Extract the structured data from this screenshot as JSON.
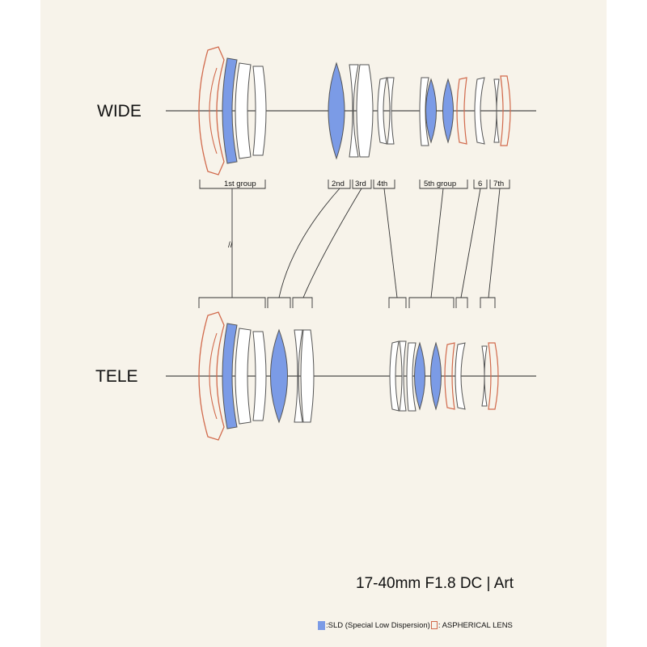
{
  "diagram": {
    "positions": [
      {
        "id": "wide",
        "label": "WIDE"
      },
      {
        "id": "tele",
        "label": "TELE"
      }
    ],
    "groups": [
      {
        "id": "g1",
        "label": "1st group"
      },
      {
        "id": "g2",
        "label": "2nd"
      },
      {
        "id": "g3",
        "label": "3rd"
      },
      {
        "id": "g4",
        "label": "4th"
      },
      {
        "id": "g5",
        "label": "5th group"
      },
      {
        "id": "g6",
        "label": "6"
      },
      {
        "id": "g7",
        "label": "7th"
      }
    ],
    "fixed_group_marker": "//"
  },
  "title": "17-40mm F1.8 DC | Art",
  "legend": {
    "sld_label": ":SLD (Special Low Dispersion)",
    "aspherical_label": ": ASPHERICAL LENS"
  },
  "colors": {
    "background": "#f7f3ea",
    "sld": "#7b9be6",
    "aspherical": "#d16a4c",
    "lens_outline": "#555555"
  }
}
